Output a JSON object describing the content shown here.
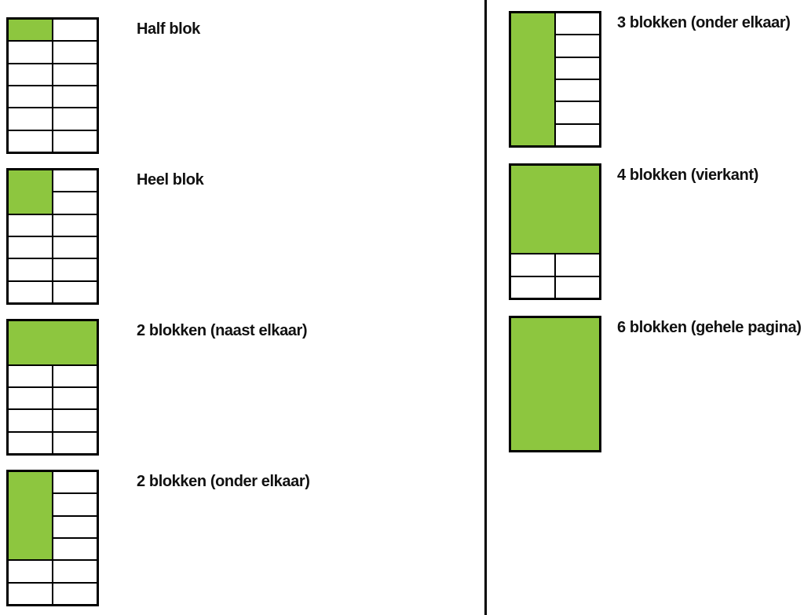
{
  "colors": {
    "green": "#8dc63f",
    "line": "#000000"
  },
  "grid": {
    "cols": 2,
    "rows": 6
  },
  "columns": {
    "left": [
      {
        "name": "half-blok",
        "label": "Half blok",
        "green": {
          "col": 0,
          "row": 0,
          "colspan": 1,
          "rowspan": 1
        }
      },
      {
        "name": "heel-blok",
        "label": "Heel blok",
        "green": {
          "col": 0,
          "row": 0,
          "colspan": 1,
          "rowspan": 2
        }
      },
      {
        "name": "2-blokken-naast-elkaar",
        "label": "2 blokken (naast elkaar)",
        "green": {
          "col": 0,
          "row": 0,
          "colspan": 2,
          "rowspan": 2
        }
      },
      {
        "name": "2-blokken-onder-elkaar",
        "label": "2 blokken (onder elkaar)",
        "green": {
          "col": 0,
          "row": 0,
          "colspan": 1,
          "rowspan": 4
        }
      }
    ],
    "right": [
      {
        "name": "3-blokken-onder-elkaar",
        "label": "3 blokken (onder elkaar)",
        "green": {
          "col": 0,
          "row": 0,
          "colspan": 1,
          "rowspan": 6
        }
      },
      {
        "name": "4-blokken-vierkant",
        "label": "4 blokken (vierkant)",
        "green": {
          "col": 0,
          "row": 0,
          "colspan": 2,
          "rowspan": 4
        }
      },
      {
        "name": "6-blokken-gehele-pagina",
        "label": "6 blokken (gehele pagina)",
        "green": {
          "col": 0,
          "row": 0,
          "colspan": 2,
          "rowspan": 6
        }
      }
    ]
  }
}
